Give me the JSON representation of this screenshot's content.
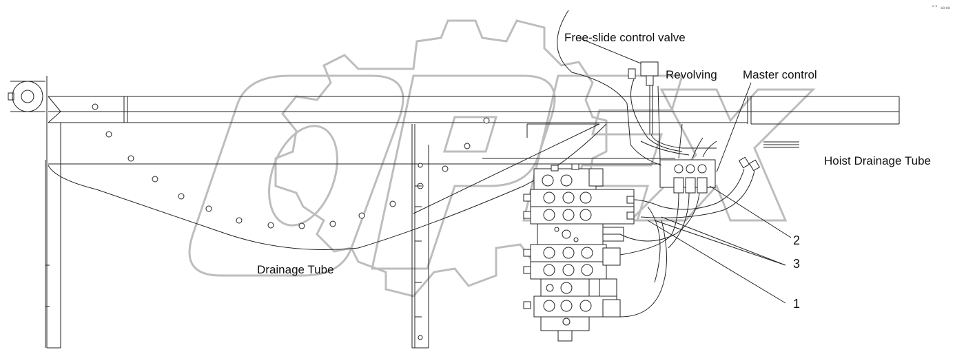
{
  "labels": {
    "free_slide": "Free-slide control valve",
    "revolving": "Revolving",
    "master_control": "Master control",
    "hoist_drainage": "Hoist Drainage Tube",
    "drainage": "Drainage Tube"
  },
  "callouts": {
    "n1": "1",
    "n2": "2",
    "n3": "3"
  },
  "watermark": {
    "text": "OPEX",
    "color": "#cfcfcf"
  },
  "corner_mark": "°° ∞∞",
  "line_color": "#222222"
}
